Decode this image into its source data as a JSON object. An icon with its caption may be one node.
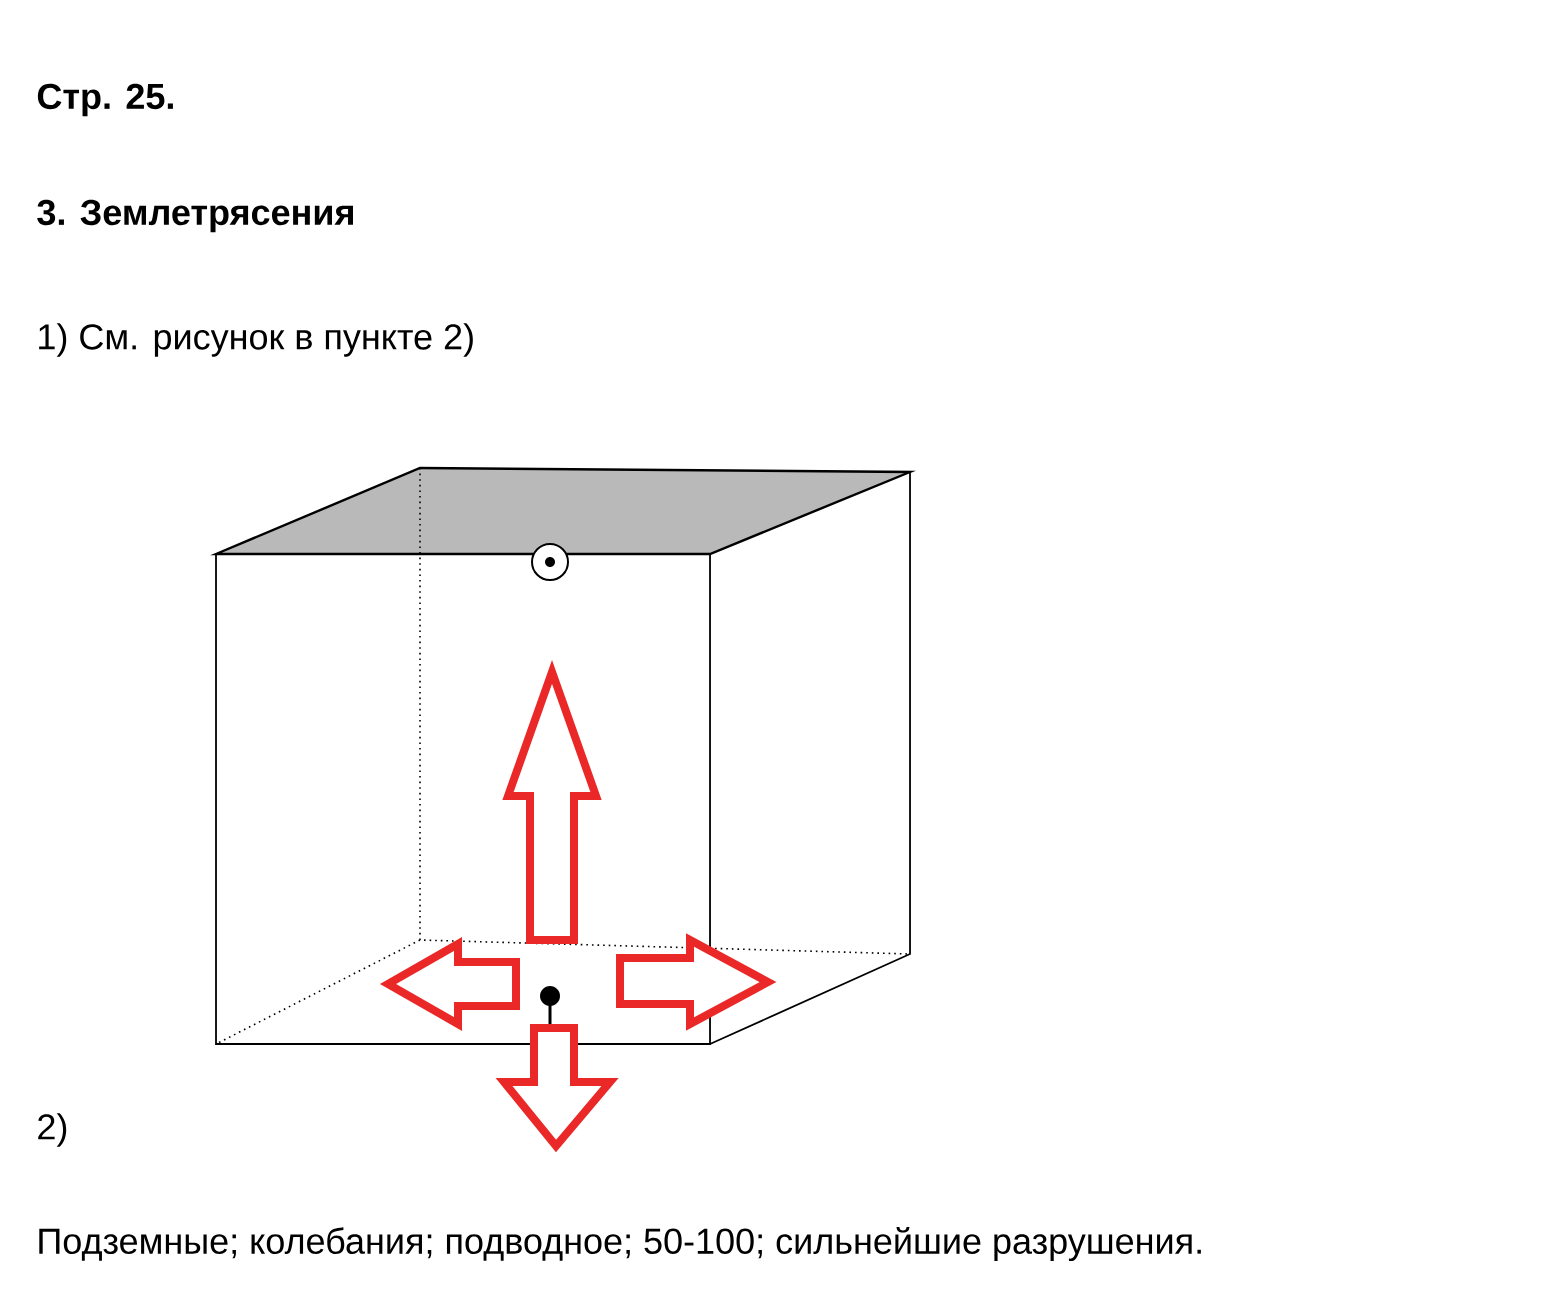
{
  "diagram": {
    "labels": [
      "Стр. 25.",
      "3. Землетрясения",
      "1) См. рисунок в пункте 2)",
      "2)",
      "Подземные; колебания; подводное; 50-100; сильнейшие разрушения."
    ]
  }
}
